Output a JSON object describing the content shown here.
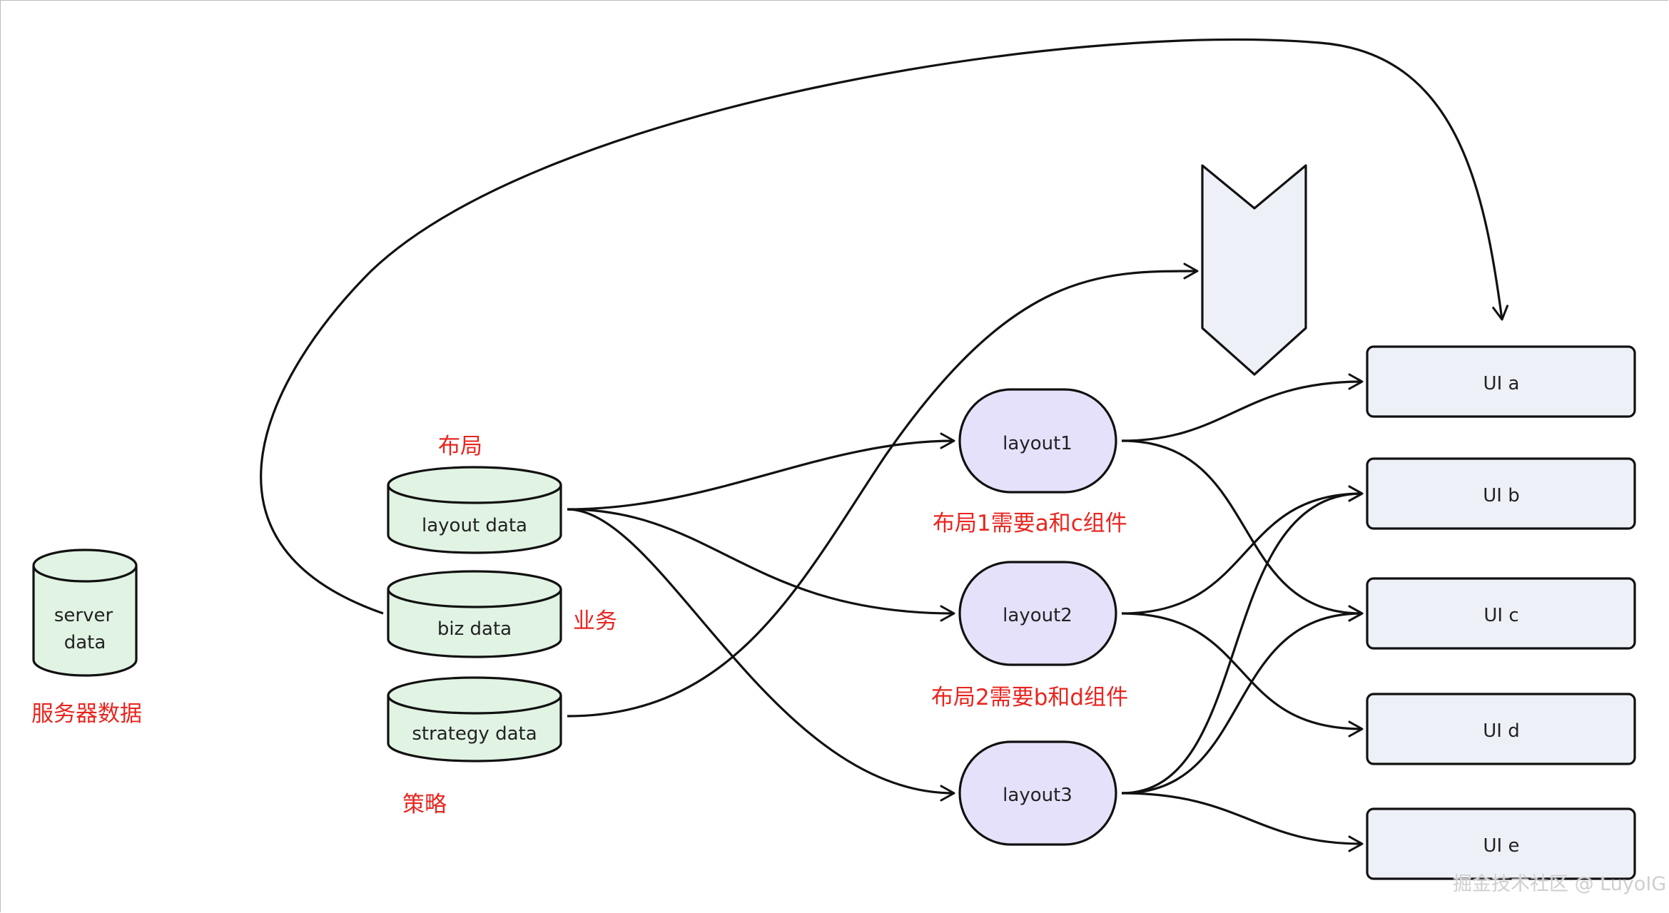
{
  "diagram": {
    "colors": {
      "cylinder_fill": "#e1f3e3",
      "layout_fill": "#e6e1fa",
      "ui_fill": "#eef0f8",
      "chevron_fill": "#eef0f8",
      "stroke": "#111111",
      "annotation": "#e8251f"
    },
    "databases": {
      "server": {
        "line1": "server",
        "line2": "data"
      },
      "layout": "layout data",
      "biz": "biz data",
      "strategy": "strategy data"
    },
    "layouts": {
      "layout1": "layout1",
      "layout2": "layout2",
      "layout3": "layout3"
    },
    "ui": {
      "a": "UI a",
      "b": "UI b",
      "c": "UI c",
      "d": "UI d",
      "e": "UI e"
    },
    "annotations": {
      "server": "服务器数据",
      "layout": "布局",
      "biz": "业务",
      "strategy": "策略",
      "layout1_note": "布局1需要a和c组件",
      "layout2_note": "布局2需要b和d组件"
    },
    "watermark": "掘金技术社区 @ LuyoIG"
  }
}
